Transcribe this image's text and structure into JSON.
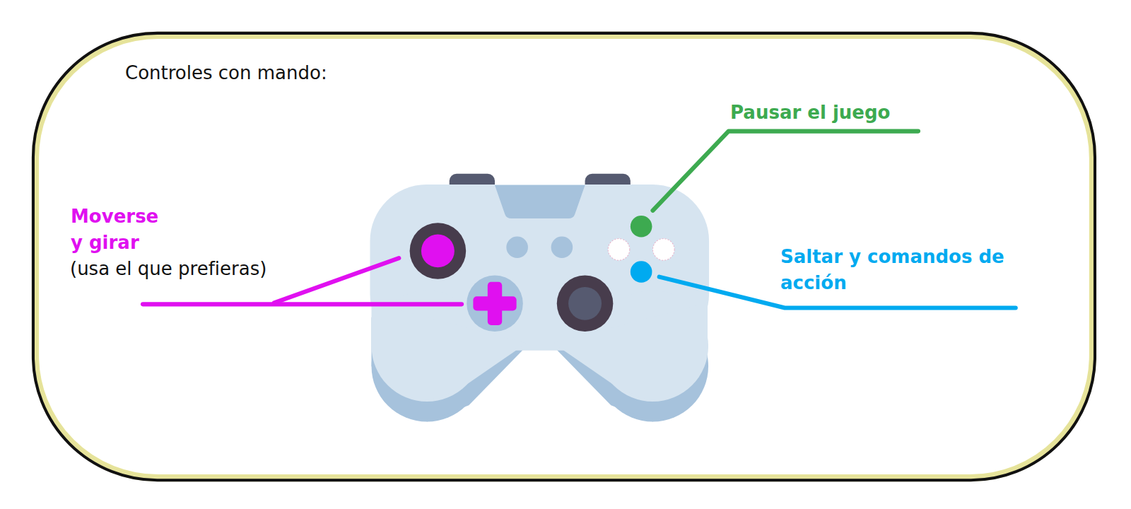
{
  "diagram": {
    "title": "Controles con mando:",
    "labels": [
      "Pausar el juego",
      "Moverse y girar",
      "(usa el que prefieras)",
      "Saltar y comandos de acción"
    ]
  }
}
